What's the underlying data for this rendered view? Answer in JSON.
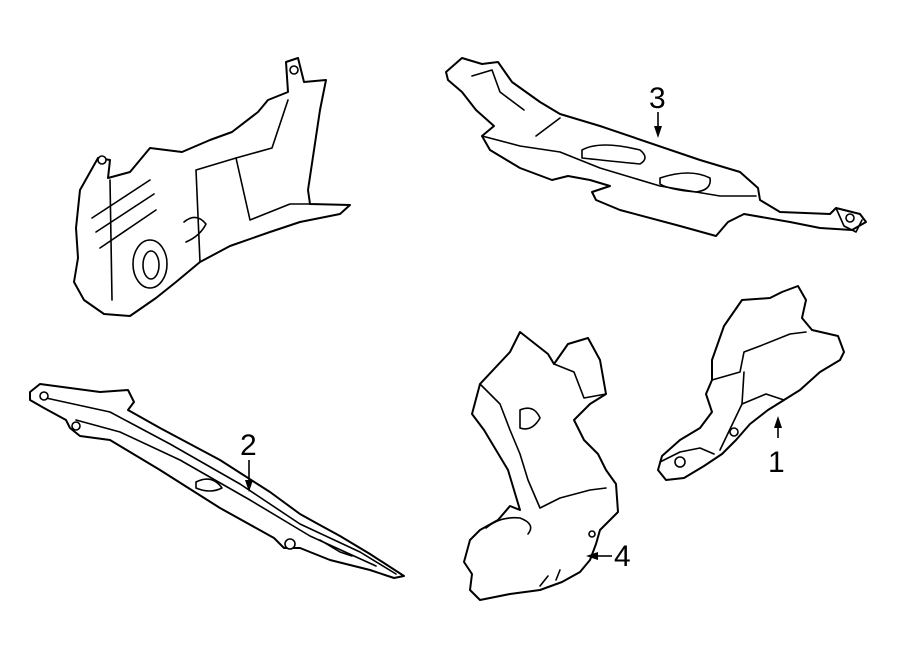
{
  "callouts": {
    "c1": {
      "label": "1"
    },
    "c2": {
      "label": "2"
    },
    "c3": {
      "label": "3"
    },
    "c4": {
      "label": "4"
    }
  }
}
